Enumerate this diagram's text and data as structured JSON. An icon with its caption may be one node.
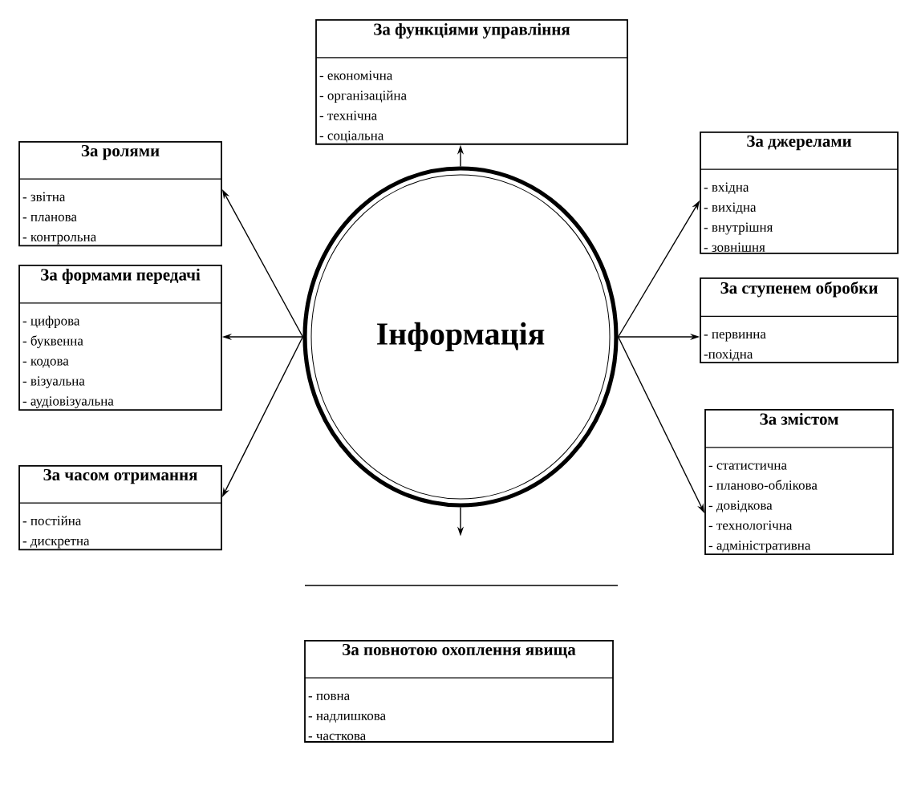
{
  "diagram": {
    "nodes": [
      {
        "text": [
          "За функціями управління",
          "- економічна",
          "- організаційна",
          "- технічна",
          "- соціальна"
        ]
      },
      {
        "text": [
          "За ролями",
          "- звітна",
          "- планова",
          "- контрольна"
        ]
      },
      {
        "text": [
          "За джерелами",
          "- вхідна",
          "- вихідна",
          "- внутрішня",
          "- зовнішня"
        ]
      },
      {
        "text": [
          "За формами передачі",
          "- цифрова",
          "- буквенна",
          "- кодова",
          "- візуальна",
          "- аудіовізуальна"
        ]
      },
      {
        "text": [
          "Інформація"
        ]
      },
      {
        "text": [
          "За ступенем обробки",
          "- первинна",
          "-похідна"
        ]
      },
      {
        "text": [
          "За часом отримання",
          "- постійна",
          "- дискретна"
        ]
      },
      {
        "text": [
          "За змістом",
          "- статистична",
          "- планово-облікова",
          "- довідкова",
          "- технологічна",
          "- адміністративна"
        ]
      },
      {
        "text": [
          "За повнотою охоплення явища",
          "- повна",
          "- надлишкова",
          "- часткова"
        ]
      }
    ],
    "edges": [
      {
        "from": 4,
        "to": 0,
        "arrow": "to"
      },
      {
        "from": 4,
        "to": 1,
        "arrow": "to"
      },
      {
        "from": 4,
        "to": 2,
        "arrow": "to"
      },
      {
        "from": 4,
        "to": 3,
        "arrow": "to"
      },
      {
        "from": 4,
        "to": 5,
        "arrow": "to"
      },
      {
        "from": 4,
        "to": 6,
        "arrow": "to"
      },
      {
        "from": 4,
        "to": 7,
        "arrow": "to"
      },
      {
        "from": 4,
        "to": null,
        "arrow": "to"
      }
    ]
  }
}
